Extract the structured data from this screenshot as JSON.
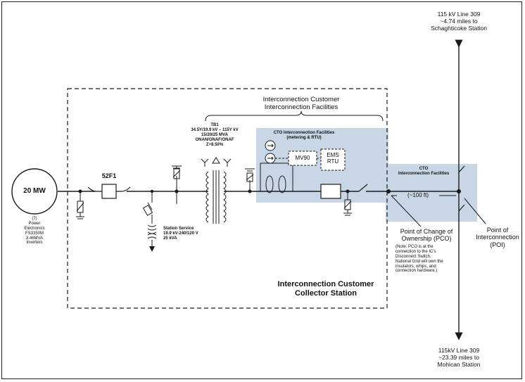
{
  "colors": {
    "line": "#1a1a1a",
    "shade": "#c9d6e6"
  },
  "labels": {
    "top_line": "115 kV Line 309\n~4.74 miles to\nSchaghticoke Station",
    "bottom_line": "115kV Line 309\n~23.39 miles to\nMohican Station",
    "generator": "20 MW",
    "inverters": "(7)\nPower\nElectronics\nFS3350M\n3.46MVA\nInverters",
    "breaker": "52F1",
    "ic_facilities": "Interconnection Customer\nInterconnection Facilities",
    "transformer": "TB1\n34.5Y/19.9 kV – 115Y kV\n15/20/25 MVA\nONAN/ONAF/ONAF\nZ=8.50%",
    "cto_metering": "CTO Interconnection Facilities\n(metering & RTU)",
    "mv90": "MV90",
    "ems_rtu": "EMS\nRTU",
    "cto_facilities": "CTO\nInterconnection Facilities",
    "distance": "(~100 ft)",
    "station_service": "Station Service\n19.9 kV-240/120 V\n25 kVA",
    "pco": "Point of Change of\nOwnership (PCO)",
    "pco_note": "(Note: PCO is at the\nconnection to the IC's\nDisconnect Switch.\nNational Grid will own the\ninsulators, whips, and\nconnection hardware.)",
    "poi": "Point of\nInterconnection\n(POI)",
    "collector": "Interconnection Customer\nCollector Station"
  }
}
